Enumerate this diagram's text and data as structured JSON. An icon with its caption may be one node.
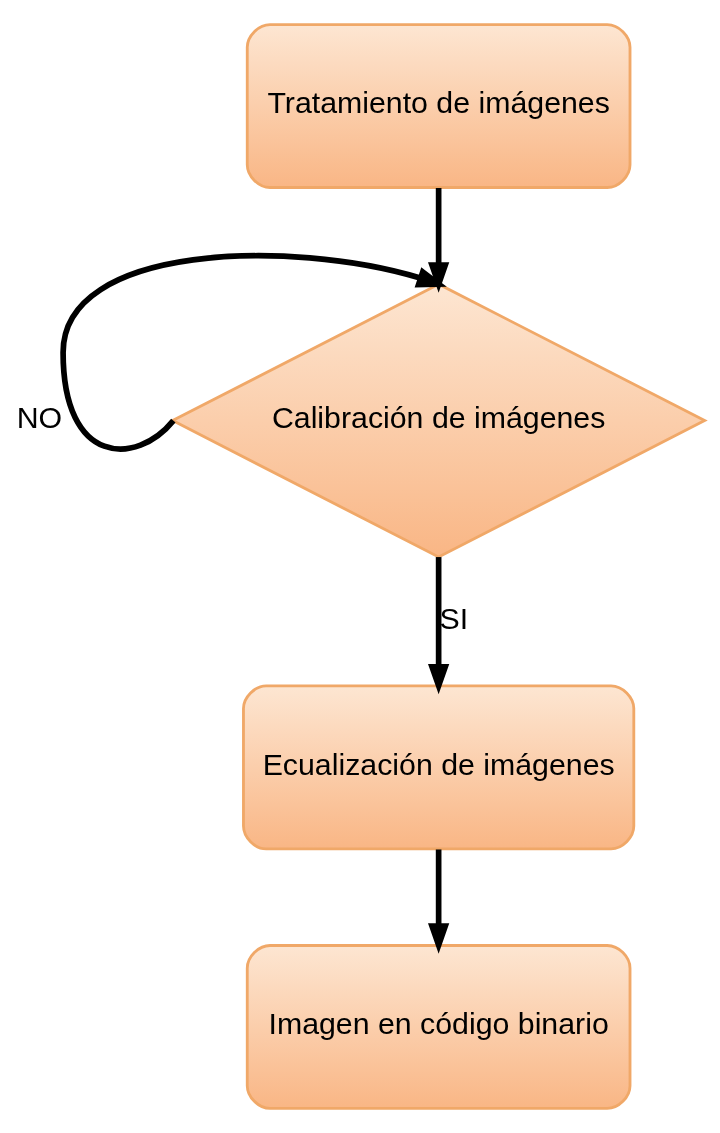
{
  "diagram": {
    "nodes": [
      {
        "text": [
          "Tratamiento de imágenes"
        ]
      },
      {
        "text": [
          "Calibración de imágenes"
        ]
      },
      {
        "text": [
          "Ecualización de imágenes"
        ]
      },
      {
        "text": [
          "Imagen en código binario"
        ]
      }
    ],
    "edges": [
      {
        "from": 0,
        "to": 1,
        "arrow": "to"
      },
      {
        "from": 1,
        "to": 1,
        "arrow": "to",
        "label": "NO"
      },
      {
        "from": 1,
        "to": 2,
        "arrow": "to",
        "label": "SI"
      },
      {
        "from": 2,
        "to": 3,
        "arrow": "to"
      }
    ]
  }
}
